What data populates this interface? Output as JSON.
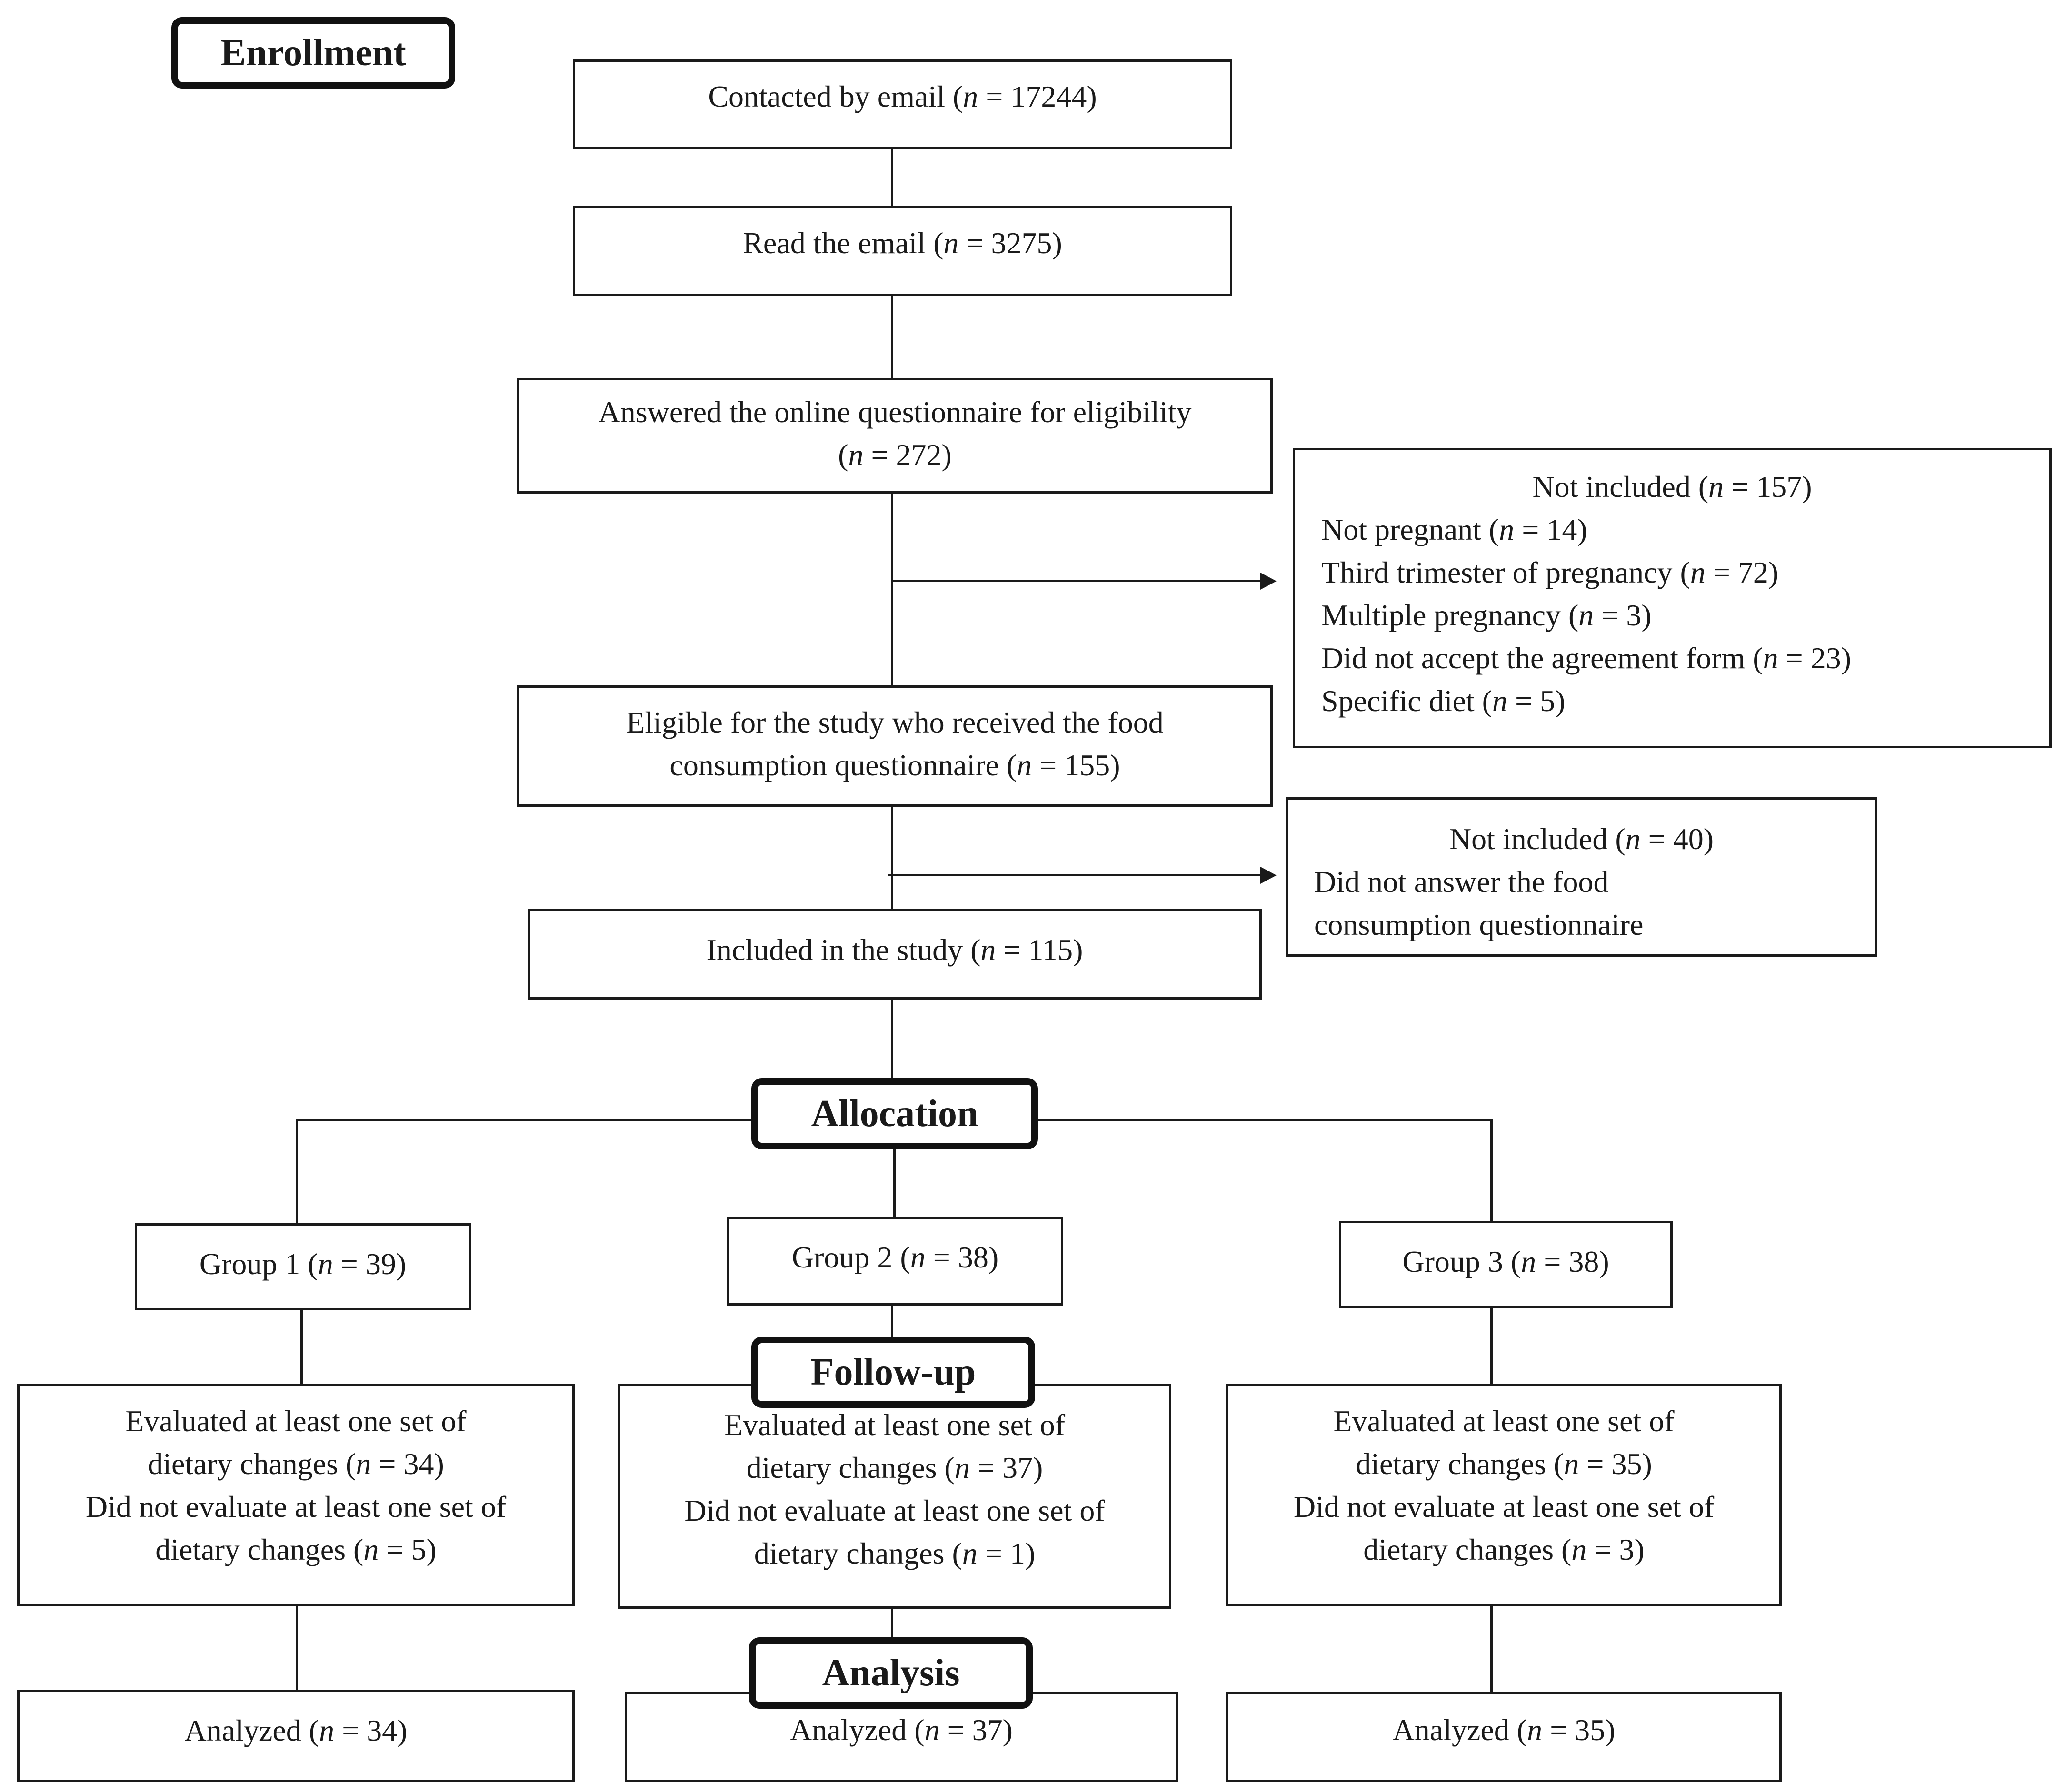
{
  "stages": {
    "enrollment": "Enrollment",
    "allocation": "Allocation",
    "follow_up": "Follow-up",
    "analysis": "Analysis"
  },
  "enrollment": {
    "contacted": {
      "pre": "Contacted by email (",
      "n": "n",
      "post": " = 17244)"
    },
    "read": {
      "pre": "Read the email (",
      "n": "n",
      "post": " = 3275)"
    },
    "answered": {
      "line1": "Answered the online questionnaire for eligibility",
      "pre": "(",
      "n": "n",
      "post": " = 272)"
    },
    "eligible": {
      "line1": "Eligible for the study who received the food",
      "pre": "consumption questionnaire (",
      "n": "n",
      "post": " = 155)"
    },
    "included": {
      "pre": "Included in the study (",
      "n": "n",
      "post": " = 115)"
    }
  },
  "exclusions": {
    "first": {
      "title": {
        "pre": "Not included (",
        "n": "n",
        "post": " = 157)"
      },
      "items": [
        {
          "pre": "Not pregnant (",
          "n": "n",
          "post": " = 14)"
        },
        {
          "pre": "Third trimester of pregnancy (",
          "n": "n",
          "post": " = 72)"
        },
        {
          "pre": "Multiple pregnancy (",
          "n": "n",
          "post": " = 3)"
        },
        {
          "pre": "Did not accept the agreement form (",
          "n": "n",
          "post": " = 23)"
        },
        {
          "pre": "Specific diet (",
          "n": "n",
          "post": " = 5)"
        }
      ]
    },
    "second": {
      "title": {
        "pre": "Not included (",
        "n": "n",
        "post": " = 40)"
      },
      "line1": "Did not answer the food",
      "line2": "consumption questionnaire"
    }
  },
  "groups": [
    {
      "label": {
        "pre": "Group 1 (",
        "n": "n",
        "post": " = 39)"
      },
      "followup": {
        "l1": "Evaluated at least one set of",
        "l2": {
          "pre": "dietary changes (",
          "n": "n",
          "post": " = 34)"
        },
        "l3": "Did not evaluate at least one set of",
        "l4": {
          "pre": "dietary changes (",
          "n": "n",
          "post": " = 5)"
        }
      },
      "analyzed": {
        "pre": "Analyzed (",
        "n": "n",
        "post": " = 34)"
      }
    },
    {
      "label": {
        "pre": "Group 2 (",
        "n": "n",
        "post": " = 38)"
      },
      "followup": {
        "l1": "Evaluated at least one set of",
        "l2": {
          "pre": "dietary changes (",
          "n": "n",
          "post": " = 37)"
        },
        "l3": "Did not evaluate at least one set of",
        "l4": {
          "pre": "dietary changes (",
          "n": "n",
          "post": " = 1)"
        }
      },
      "analyzed": {
        "pre": "Analyzed (",
        "n": "n",
        "post": " = 37)"
      }
    },
    {
      "label": {
        "pre": "Group 3 (",
        "n": "n",
        "post": " = 38)"
      },
      "followup": {
        "l1": "Evaluated at least one set of",
        "l2": {
          "pre": "dietary changes (",
          "n": "n",
          "post": " = 35)"
        },
        "l3": "Did not evaluate at least one set of",
        "l4": {
          "pre": "dietary changes (",
          "n": "n",
          "post": " = 3)"
        }
      },
      "analyzed": {
        "pre": "Analyzed (",
        "n": "n",
        "post": " = 35)"
      }
    }
  ]
}
